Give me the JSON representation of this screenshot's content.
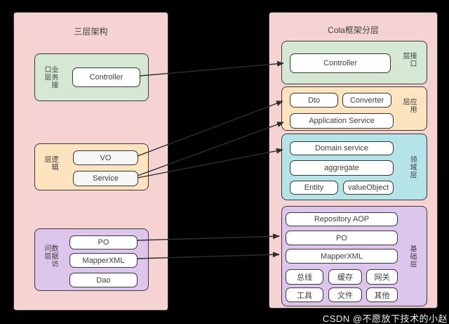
{
  "meta": {
    "watermark": "CSDN @不愿放下技术的小赵"
  },
  "colors": {
    "background": "#000000",
    "panel_pink": "#f5d3d2",
    "group_green": "#d5e8d4",
    "group_orange": "#fee3bf",
    "group_cyan": "#b5e4e8",
    "group_purple": "#dcc6ec",
    "node_fill": "#ffffff",
    "border": "#3a3a3a",
    "arrow": "#2e2e2e"
  },
  "left_panel": {
    "title": "三层架构",
    "groups": [
      {
        "name": "business-interface-layer",
        "label": "业务接口层",
        "color": "green",
        "items": [
          "Controller"
        ]
      },
      {
        "name": "logic-layer",
        "label": "逻辑层",
        "color": "orange",
        "items": [
          "VO",
          "Service"
        ]
      },
      {
        "name": "data-access-layer",
        "label": "数据访问层",
        "color": "purple",
        "items": [
          "PO",
          "MapperXML",
          "Dao"
        ]
      }
    ]
  },
  "right_panel": {
    "title": "Cola框架分层",
    "groups": [
      {
        "name": "interface-layer",
        "label": "接口层",
        "color": "green",
        "items": [
          "Controller"
        ]
      },
      {
        "name": "application-layer",
        "label": "应用层",
        "color": "orange",
        "items": [
          "Dto",
          "Converter",
          "Application Service"
        ]
      },
      {
        "name": "domain-layer",
        "label": "领域层",
        "color": "cyan",
        "items": [
          "Domain service",
          "aggregate",
          "Entity",
          "valueObject"
        ]
      },
      {
        "name": "infrastructure-layer",
        "label": "基础层",
        "color": "purple",
        "items": [
          "Repository AOP",
          "PO",
          "MapperXML",
          "总线",
          "缓存",
          "网关",
          "工具",
          "文件",
          "其他"
        ]
      }
    ]
  },
  "connections": [
    {
      "from": "left.Controller",
      "to": "right.Controller"
    },
    {
      "from": "left.VO",
      "to": "right.Dto"
    },
    {
      "from": "left.Service",
      "to": "right.Application Service"
    },
    {
      "from": "left.Service",
      "to": "right.Domain service"
    },
    {
      "from": "left.PO",
      "to": "right.PO"
    },
    {
      "from": "left.MapperXML",
      "to": "right.MapperXML"
    }
  ]
}
